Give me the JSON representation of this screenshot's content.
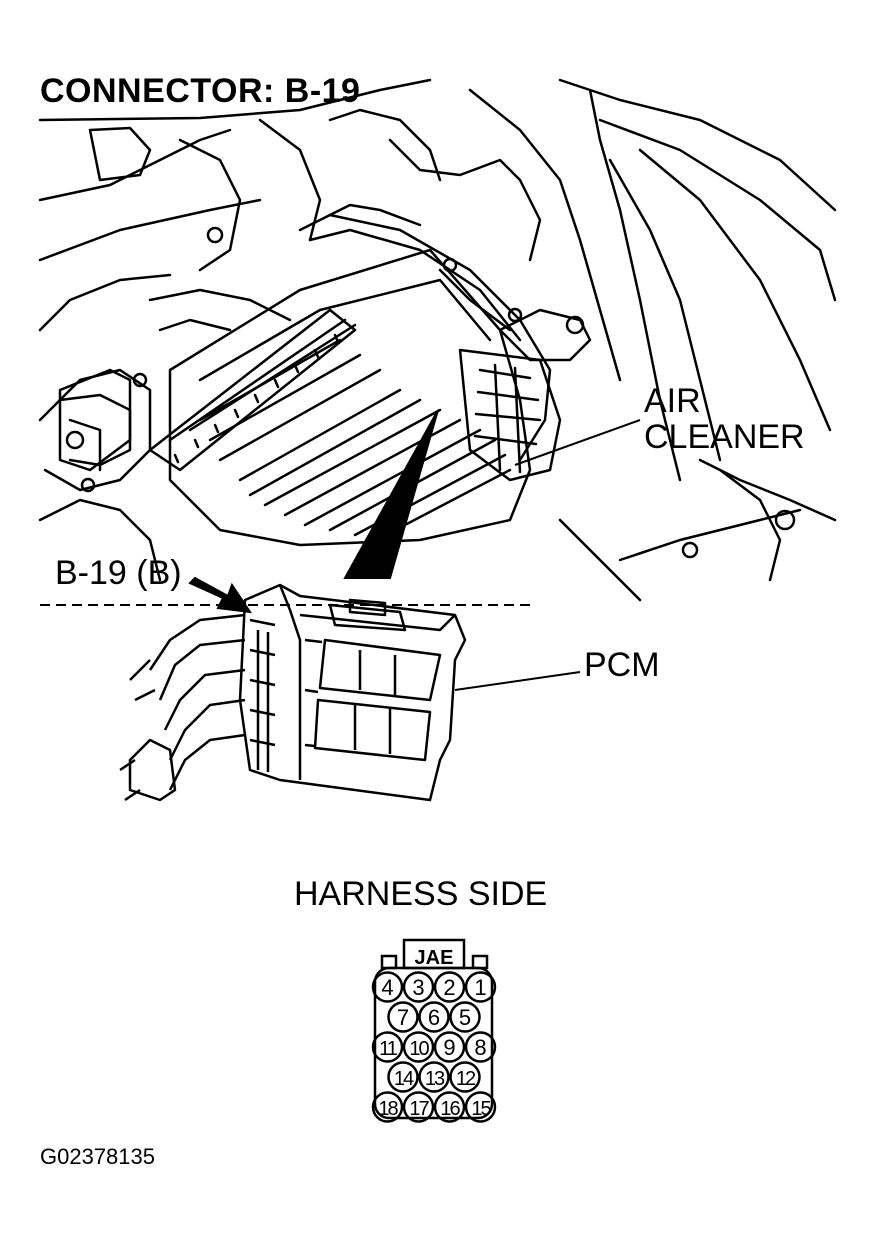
{
  "title": "CONNECTOR: B-19",
  "labels": {
    "air_cleaner_line1": "AIR",
    "air_cleaner_line2": "CLEANER",
    "connector_ref": "B-19 (B)",
    "pcm": "PCM"
  },
  "harness_side": "HARNESS SIDE",
  "connector": {
    "maker": "JAE",
    "pin_rows": [
      [
        "4",
        "3",
        "2",
        "1"
      ],
      [
        "7",
        "6",
        "5"
      ],
      [
        "11",
        "10",
        "9",
        "8"
      ],
      [
        "14",
        "13",
        "12"
      ],
      [
        "18",
        "17",
        "16",
        "15"
      ]
    ]
  },
  "figure_id": "G02378135"
}
